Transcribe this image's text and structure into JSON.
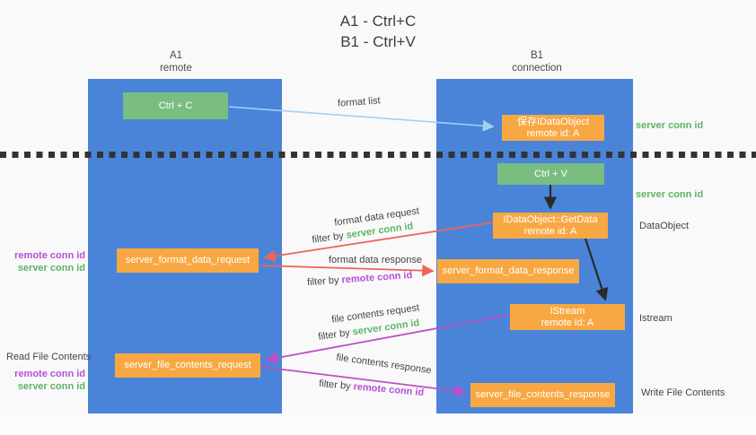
{
  "title": {
    "line1": "A1 - Ctrl+C",
    "line2": "B1 - Ctrl+V"
  },
  "columns": {
    "left": {
      "name": "A1",
      "role": "remote"
    },
    "right": {
      "name": "B1",
      "role": "connection"
    }
  },
  "nodes": {
    "ctrl_c": {
      "label": "Ctrl + C"
    },
    "ctrl_v": {
      "label": "Ctrl + V"
    },
    "save_dataobject": {
      "line1": "保存IDataObject",
      "line2": "remote id: A"
    },
    "getdata": {
      "line1": "IDataObject::GetData",
      "line2": "remote id: A"
    },
    "istream": {
      "line1": "IStream",
      "line2": "remote id: A"
    },
    "server_format_data_request": {
      "label": "server_format_data_request"
    },
    "server_format_data_response": {
      "label": "server_format_data_response"
    },
    "server_file_contents_request": {
      "label": "server_file_contents_request"
    },
    "server_file_contents_response": {
      "label": "server_file_contents_response"
    }
  },
  "edge_labels": {
    "format_list": "format list",
    "format_data_request": "format data request",
    "format_data_response": "format data response",
    "file_contents_request": "file contents request",
    "file_contents_response": "file contents response",
    "filter_by": "filter by ",
    "server_conn_id": "server conn id",
    "remote_conn_id": "remote conn id"
  },
  "side_labels": {
    "server_conn_id": "server conn id",
    "remote_conn_id": "remote conn id",
    "dataobject": "DataObject",
    "istream": "Istream",
    "read_file_contents": "Read File Contents",
    "write_file_contents": "Write File Contents"
  },
  "colors": {
    "column_blue": "#4a84d9",
    "node_orange": "#f8a843",
    "node_green": "#79bd80",
    "green_text": "#5cb467",
    "purple_text": "#b44fd6",
    "arrow_light_blue": "#a3d0f2",
    "arrow_red": "#ee6358",
    "arrow_magenta": "#be4fc6",
    "arrow_black": "#2b2b2b",
    "background": "#f9f9f9"
  }
}
